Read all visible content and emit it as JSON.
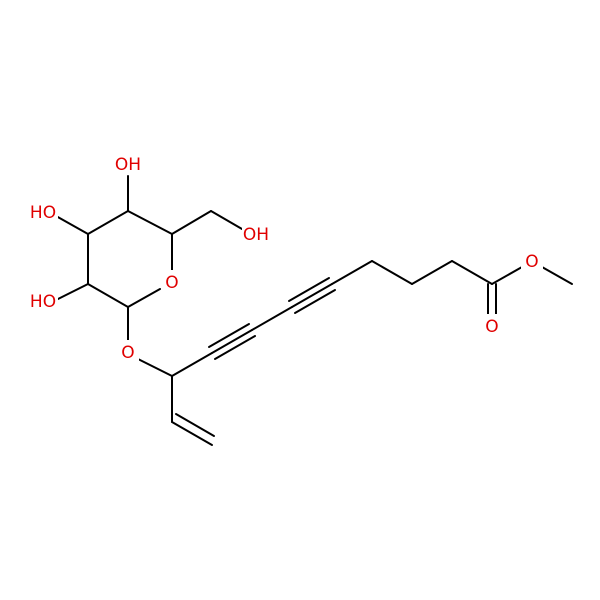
{
  "molecule": {
    "atom_color_oxygen": "#e00000",
    "bond_color": "#000000",
    "background": "#ffffff",
    "labels": {
      "oh_top": "OH",
      "oh_upper_left": "HO",
      "oh_ch2": "OH",
      "ring_o": "O",
      "oh_lower_left": "HO",
      "glycosidic_o": "O",
      "ester_o_single": "O",
      "ester_o_double": "O"
    }
  }
}
